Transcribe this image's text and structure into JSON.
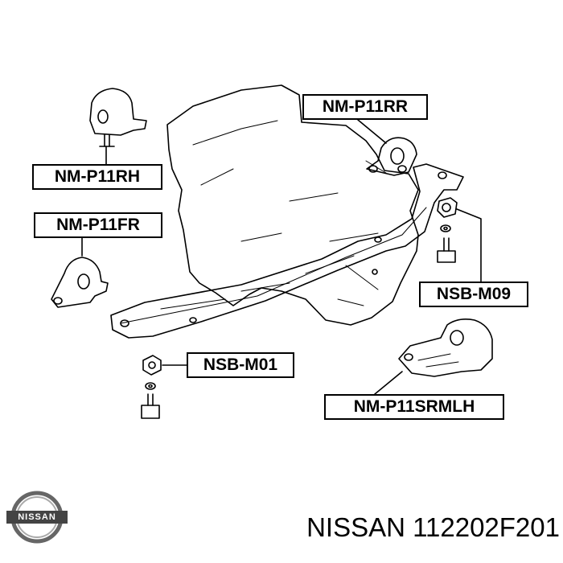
{
  "labels": {
    "nm_p11rh": "NM-P11RH",
    "nm_p11fr": "NM-P11FR",
    "nm_p11rr": "NM-P11RR",
    "nsb_m09": "NSB-M09",
    "nsb_m01": "NSB-M01",
    "nm_p11srmlh": "NM-P11SRMLH"
  },
  "footer": {
    "brand_part": "NISSAN 112202F201",
    "logo_text": "NISSAN"
  }
}
